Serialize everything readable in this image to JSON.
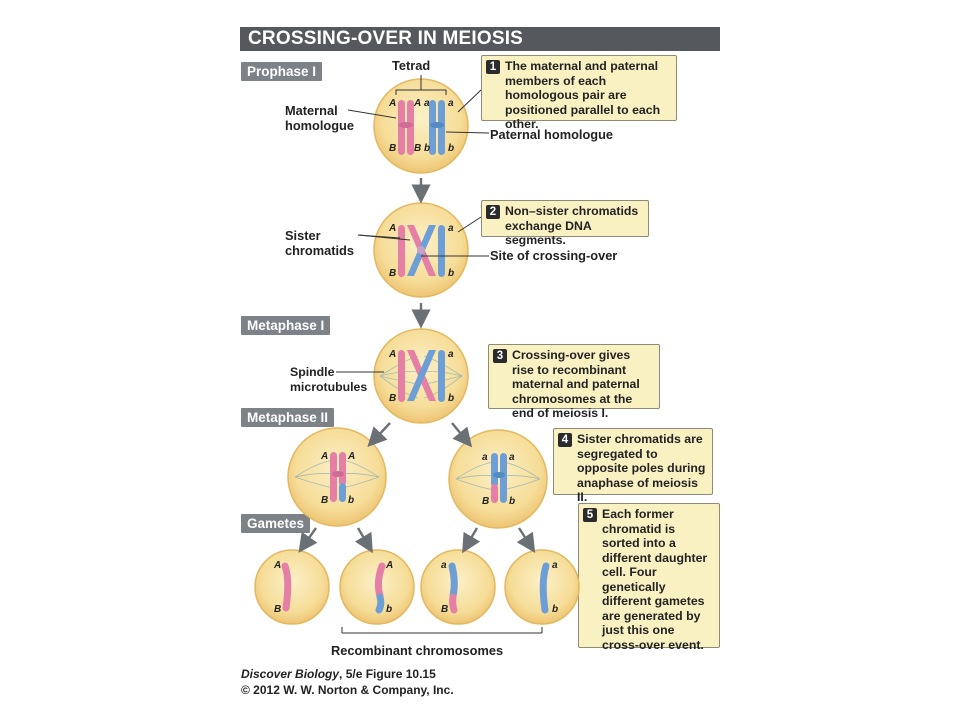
{
  "title": "CROSSING-OVER IN MEIOSIS",
  "stages": {
    "prophase": "Prophase I",
    "metaphase1": "Metaphase I",
    "metaphase2": "Metaphase II",
    "gametes": "Gametes"
  },
  "labels": {
    "tetrad": "Tetrad",
    "maternal_homologue": "Maternal homologue",
    "paternal_homologue": "Paternal homologue",
    "sister_chromatids": "Sister chromatids",
    "site_crossing": "Site of crossing-over",
    "spindle": "Spindle microtubules",
    "recombinant": "Recombinant chromosomes"
  },
  "steps": [
    {
      "num": "1",
      "text": "The maternal and paternal members of each homologous pair are positioned parallel to each other."
    },
    {
      "num": "2",
      "text": "Non–sister chromatids exchange DNA segments."
    },
    {
      "num": "3",
      "text": "Crossing-over gives rise to recombinant maternal and paternal chromosomes at the end of meiosis I."
    },
    {
      "num": "4",
      "text": "Sister chromatids are segregated to opposite poles during anaphase of meiosis II."
    },
    {
      "num": "5",
      "text": "Each former chromatid is sorted into a different daughter cell. Four genetically different gametes are generated by just this one cross-over event."
    }
  ],
  "alleles": {
    "A": "A",
    "a": "a",
    "B": "B",
    "b": "b"
  },
  "caption": {
    "book": "Discover Biology",
    "edition": ", 5/e  Figure 10.15",
    "copyright": "© 2012 W. W. Norton & Company, Inc."
  },
  "colors": {
    "maternal": "#e57fa6",
    "paternal": "#6d9fd6",
    "cell_fill": "#f6dd98",
    "cell_edge": "#e3b85f",
    "callout_bg": "#faf1c2",
    "title_bar": "#55595d",
    "stage_label": "#7d8288"
  }
}
